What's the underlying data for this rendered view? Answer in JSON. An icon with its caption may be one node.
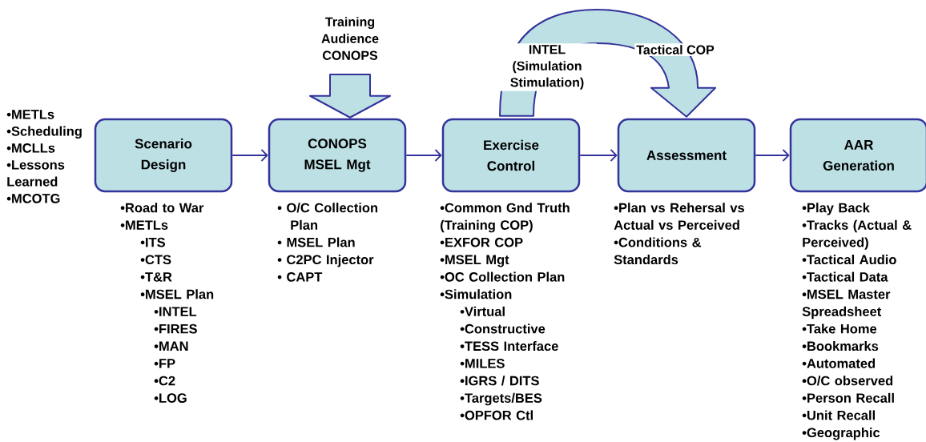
{
  "diagram": {
    "nodes": [
      {
        "text": [
          "Scenario Design"
        ],
        "beside": [
          "•Road to War",
          "•METLs",
          "•ITS",
          "•CTS",
          "•T&R",
          "•MSEL Plan",
          "•INTEL",
          "•FIRES",
          "•MAN",
          "•FP",
          "•C2",
          "•LOG"
        ]
      },
      {
        "text": [
          "CONOPS MSEL Mgt"
        ],
        "beside": [
          "• O/C Collection Plan",
          "• MSEL Plan",
          "• C2PC Injector",
          "• CAPT"
        ]
      },
      {
        "text": [
          "Exercise Control"
        ],
        "beside": [
          "•Common Gnd Truth (Training COP)",
          "•EXFOR COP",
          "•MSEL Mgt",
          "•OC Collection Plan",
          "•Simulation",
          "•Virtual",
          "•Constructive",
          "•TESS Interface",
          "•MILES",
          "•IGRS / DITS",
          "•Targets/BES",
          "•OPFOR Ctl"
        ]
      },
      {
        "text": [
          "Assessment"
        ],
        "beside": [
          "•Plan vs Rehersal vs Actual vs Perceived",
          "•Conditions & Standards"
        ]
      },
      {
        "text": [
          "AAR Generation"
        ],
        "beside": [
          "•Play Back",
          "•Tracks (Actual & Perceived)",
          "•Tactical Audio",
          "•Tactical Data",
          "•MSEL Master Spreadsheet",
          "•Take Home",
          "•Bookmarks",
          "•Automated",
          "•O/C observed",
          "•Person Recall",
          "•Unit Recall",
          "•Geographic"
        ]
      },
      {
        "text": [
          "Training Audience CONOPS"
        ]
      }
    ],
    "edges": [
      {
        "from": 0,
        "to": 1,
        "arrow": "to"
      },
      {
        "from": 1,
        "to": 2,
        "arrow": "to"
      },
      {
        "from": 2,
        "to": 3,
        "arrow": "to"
      },
      {
        "from": 3,
        "to": 4,
        "arrow": "to"
      },
      {
        "from": 5,
        "to": 1,
        "arrow": "to",
        "style": "thick"
      },
      {
        "from": 2,
        "to": 3,
        "arrow": "to",
        "style": "thick",
        "label": "INTEL (Simulation Stimulation)"
      }
    ],
    "labels": [
      "•METLs",
      "•Scheduling",
      "•MCLLs",
      "•Lessons Learned",
      "•MCOTG",
      "Tactical COP"
    ]
  }
}
